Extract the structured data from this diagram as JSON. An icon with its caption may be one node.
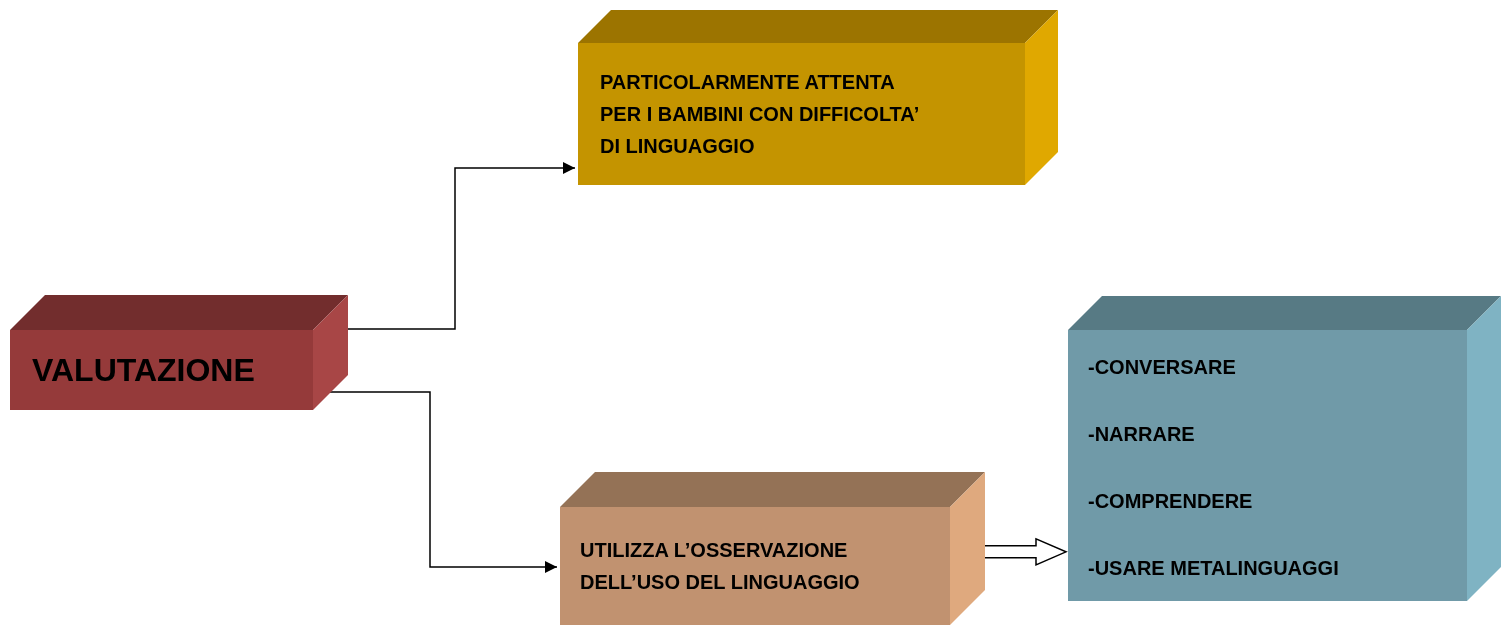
{
  "diagram": {
    "nodes": [
      {
        "text": [
          "VALUTAZIONE"
        ]
      },
      {
        "text": [
          "PARTICOLARMENTE ATTENTA PER I BAMBINI CON DIFFICOLTA’ DI LINGUAGGIO"
        ]
      },
      {
        "text": [
          "UTILIZZA L’OSSERVAZIONE DELL’USO DEL LINGUAGGIO"
        ]
      },
      {
        "text": [
          "-CONVERSARE",
          "-NARRARE",
          "-COMPRENDERE",
          "-USARE METALINGUAGGI"
        ]
      }
    ],
    "edges": [
      {
        "from": 0,
        "to": 1,
        "arrow": "to"
      },
      {
        "from": 0,
        "to": 2,
        "arrow": "to"
      },
      {
        "from": 2,
        "to": 3,
        "arrow": "to",
        "style": "thick"
      }
    ]
  }
}
